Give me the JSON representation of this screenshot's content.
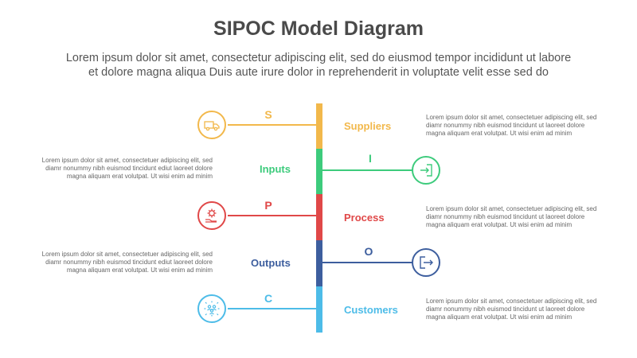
{
  "header": {
    "title": "SIPOC Model Diagram",
    "subtitle_lines": [
      "Lorem ipsum dolor sit amet, consectetur adipiscing elit, sed do eiusmod tempor incididunt ut labore",
      "et dolore magna aliqua Duis aute irure dolor in reprehenderit in voluptate velit esse sed do"
    ]
  },
  "colors": {
    "suppliers": "#F2B84B",
    "inputs": "#3DCB7C",
    "process": "#E04848",
    "outputs": "#3D5E9E",
    "customers": "#4DBCE8"
  },
  "stages": [
    {
      "letter": "S",
      "label": "Suppliers",
      "icon": "delivery-truck-icon",
      "description": [
        "Lorem ipsum dolor sit amet, consectetuer adipiscing elit, sed",
        "diamr nonummy nibh euismod tincidunt ut laoreet dolore",
        "magna aliquam erat volutpat. Ut wisi enim ad minim"
      ]
    },
    {
      "letter": "I",
      "label": "Inputs",
      "icon": "enter-arrow-icon",
      "description": [
        "Lorem ipsum dolor sit amet, consectetuer adipiscing elit, sed",
        "diamr nonummy nibh euismod tincidunt ediut laoreet dolore",
        "magna aliquam erat volutpat. Ut wisi enim ad minim"
      ]
    },
    {
      "letter": "P",
      "label": "Process",
      "icon": "gear-hand-icon",
      "description": [
        "Lorem ipsum dolor sit amet, consectetuer adipiscing elit, sed",
        "diamr nonummy nibh euismod tincidunt ut laoreet dolore",
        "magna aliquam erat volutpat. Ut wisi enim ad minim"
      ]
    },
    {
      "letter": "O",
      "label": "Outputs",
      "icon": "exit-arrow-icon",
      "description": [
        "Lorem ipsum dolor sit amet, consectetuer adipiscing elit, sed",
        "diamr nonummy nibh euismod tincidunt ediut laoreet dolore",
        "magna aliquam erat volutpat. Ut wisi enim ad minim"
      ]
    },
    {
      "letter": "C",
      "label": "Customers",
      "icon": "customers-group-icon",
      "description": [
        "Lorem ipsum dolor sit amet, consectetuer adipiscing elit, sed",
        "diamr nonummy nibh euismod tincidunt ut laoreet dolore",
        "magna aliquam erat volutpat. Ut wisi enim ad minim"
      ]
    }
  ]
}
